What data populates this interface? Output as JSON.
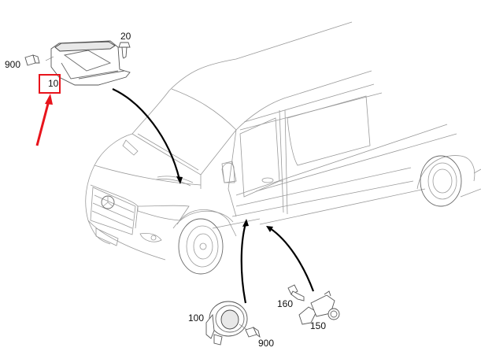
{
  "diagram": {
    "subject": "Van airbag control unit and steering column components location",
    "highlight_color": "#e8141c",
    "callouts": [
      {
        "id": "ecu",
        "label": "10",
        "highlighted": true
      },
      {
        "id": "bolt-ecu",
        "label": "20"
      },
      {
        "id": "connector-ecu",
        "label": "900"
      },
      {
        "id": "clock-spring",
        "label": "100"
      },
      {
        "id": "connector-clockspring",
        "label": "900"
      },
      {
        "id": "bolt-sensor",
        "label": "160"
      },
      {
        "id": "steering-lock",
        "label": "150"
      }
    ]
  }
}
